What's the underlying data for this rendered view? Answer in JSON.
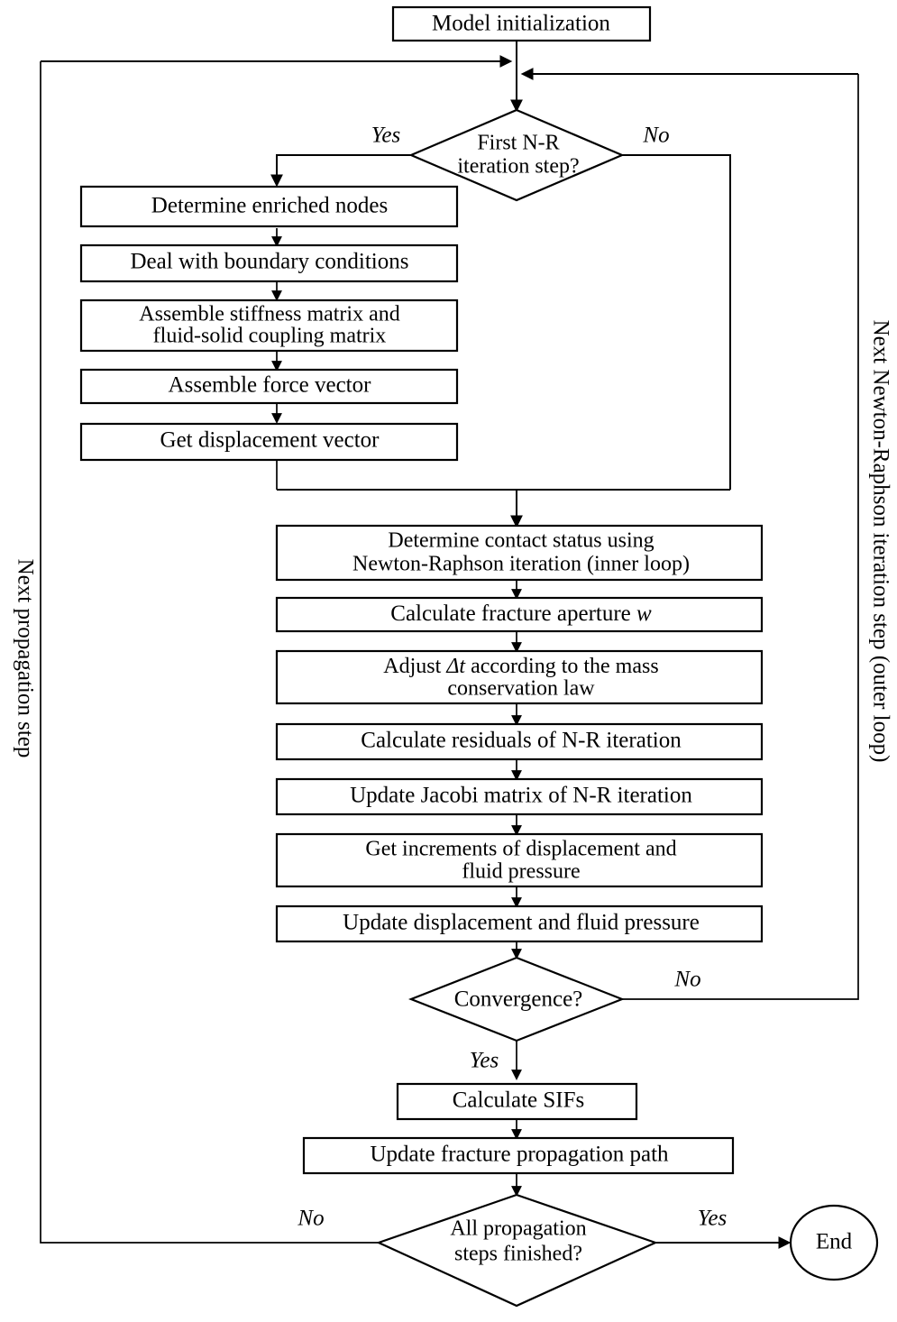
{
  "diagram": {
    "title": "XFEM hydraulic fracture propagation solution flowchart",
    "type": "flowchart",
    "background_color": "#ffffff",
    "line_color": "#000000",
    "box_fill": "#ffffff"
  },
  "nodes": {
    "start": {
      "label": "Model initialization",
      "shape": "process"
    },
    "decision_first_nr": {
      "label_line1": "First N-R",
      "label_line2": "iteration step?",
      "shape": "decision"
    },
    "enriched_nodes": {
      "label": "Determine enriched nodes",
      "shape": "process"
    },
    "boundary_conditions": {
      "label": "Deal with boundary conditions",
      "shape": "process"
    },
    "assemble_stiffness": {
      "label_line1": "Assemble stiffness matrix and",
      "label_line2": "fluid-solid coupling matrix",
      "shape": "process"
    },
    "assemble_force": {
      "label": "Assemble force vector",
      "shape": "process"
    },
    "get_displacement": {
      "label": "Get displacement vector",
      "shape": "process"
    },
    "contact_status": {
      "label_line1": "Determine contact status using",
      "label_line2": "Newton-Raphson iteration (inner loop)",
      "shape": "process"
    },
    "fracture_aperture": {
      "label_pre": "Calculate fracture aperture ",
      "label_var": "w",
      "shape": "process"
    },
    "adjust_dt": {
      "label_pre": "Adjust ",
      "label_var": "Δt",
      "label_post": " according to the mass",
      "label_line2": "conservation law",
      "shape": "process"
    },
    "calc_residuals": {
      "label": "Calculate residuals of N-R iteration",
      "shape": "process"
    },
    "update_jacobi": {
      "label": "Update Jacobi matrix of N-R iteration",
      "shape": "process"
    },
    "get_increments": {
      "label_line1": "Get increments of displacement and",
      "label_line2": "fluid pressure",
      "shape": "process"
    },
    "update_disp_pressure": {
      "label": "Update displacement and fluid pressure",
      "shape": "process"
    },
    "decision_convergence": {
      "label": "Convergence?",
      "shape": "decision"
    },
    "calculate_sifs": {
      "label": "Calculate SIFs",
      "shape": "process"
    },
    "update_path": {
      "label": "Update fracture propagation path",
      "shape": "process"
    },
    "decision_all_steps": {
      "label_line1": "All propagation",
      "label_line2": "steps finished?",
      "shape": "decision"
    },
    "end": {
      "label": "End",
      "shape": "terminator"
    }
  },
  "edge_labels": {
    "first_nr_yes": "Yes",
    "first_nr_no": "No",
    "convergence_no": "No",
    "convergence_yes": "Yes",
    "all_steps_no": "No",
    "all_steps_yes": "Yes"
  },
  "side_labels": {
    "left": "Next propagation step",
    "right": "Next Newton-Raphson iteration step (outer loop)"
  }
}
